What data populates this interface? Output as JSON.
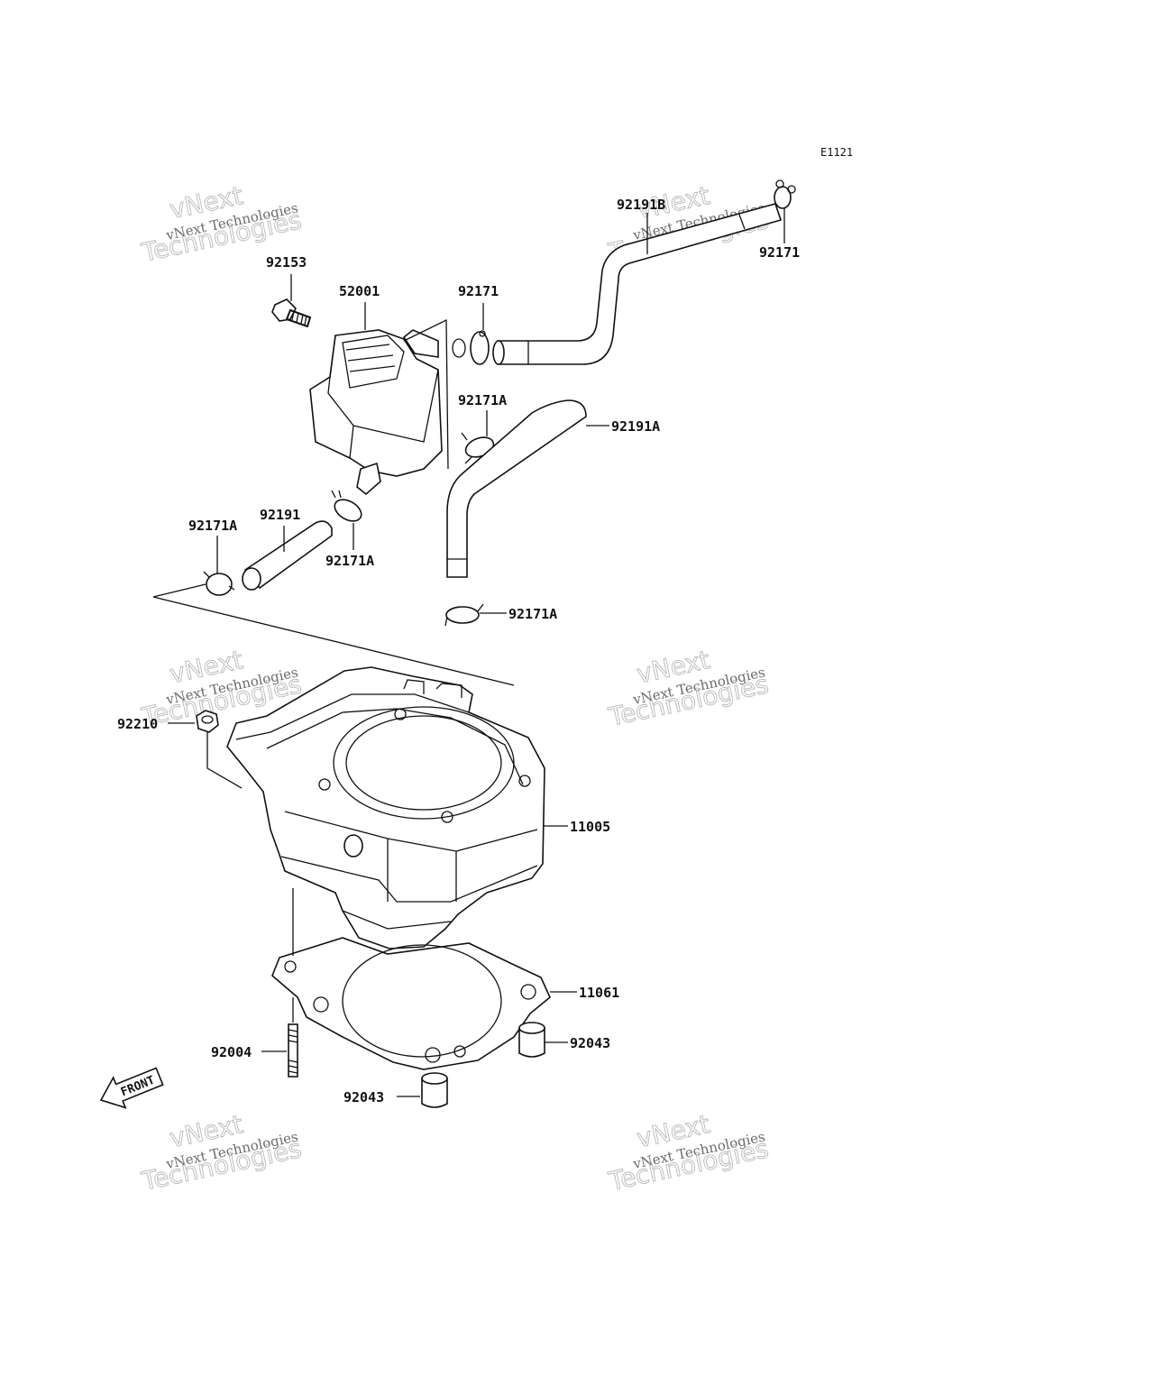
{
  "diagram_code": "E1121",
  "front_label": "FRONT",
  "watermark": {
    "line1": "vNext",
    "line2": "vNext Technologies",
    "line3": "Technologies"
  },
  "parts": {
    "p92153": "92153",
    "p52001": "52001",
    "p92171_top": "92171",
    "p92191b": "92191B",
    "p92171_right": "92171",
    "p92171a_mid": "92171A",
    "p92191a": "92191A",
    "p92171a_left": "92171A",
    "p92191": "92191",
    "p92171a_tank": "92171A",
    "p92171a_bottom": "92171A",
    "p92210": "92210",
    "p11005": "11005",
    "p11061": "11061",
    "p92004": "92004",
    "p92043_right": "92043",
    "p92043_bottom": "92043"
  },
  "colors": {
    "line": "#111111",
    "watermark": "#b8b8b8",
    "background": "#ffffff"
  }
}
